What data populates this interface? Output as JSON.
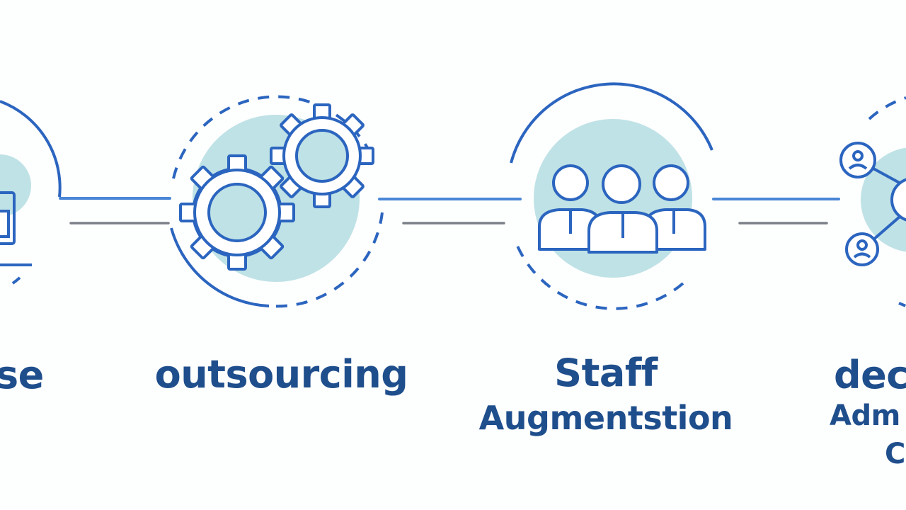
{
  "steps": [
    {
      "id": "in-house",
      "label": "se",
      "icon": "laptop-icon"
    },
    {
      "id": "outsourcing",
      "label": "outsourcing",
      "icon": "gears-icon"
    },
    {
      "id": "staff-augmentation",
      "label": "Staff",
      "sublabel": "Augmentstion",
      "icon": "team-icon"
    },
    {
      "id": "dedicated",
      "label": "dec",
      "sublabel": "Adm",
      "sublabel2": "C",
      "icon": "network-icon"
    }
  ],
  "colors": {
    "outline": "#2b65bf",
    "connector_gray": "#7c8189",
    "fill": "#bfe2e6",
    "text": "#1f4e8c",
    "background": "#fdfefe"
  }
}
